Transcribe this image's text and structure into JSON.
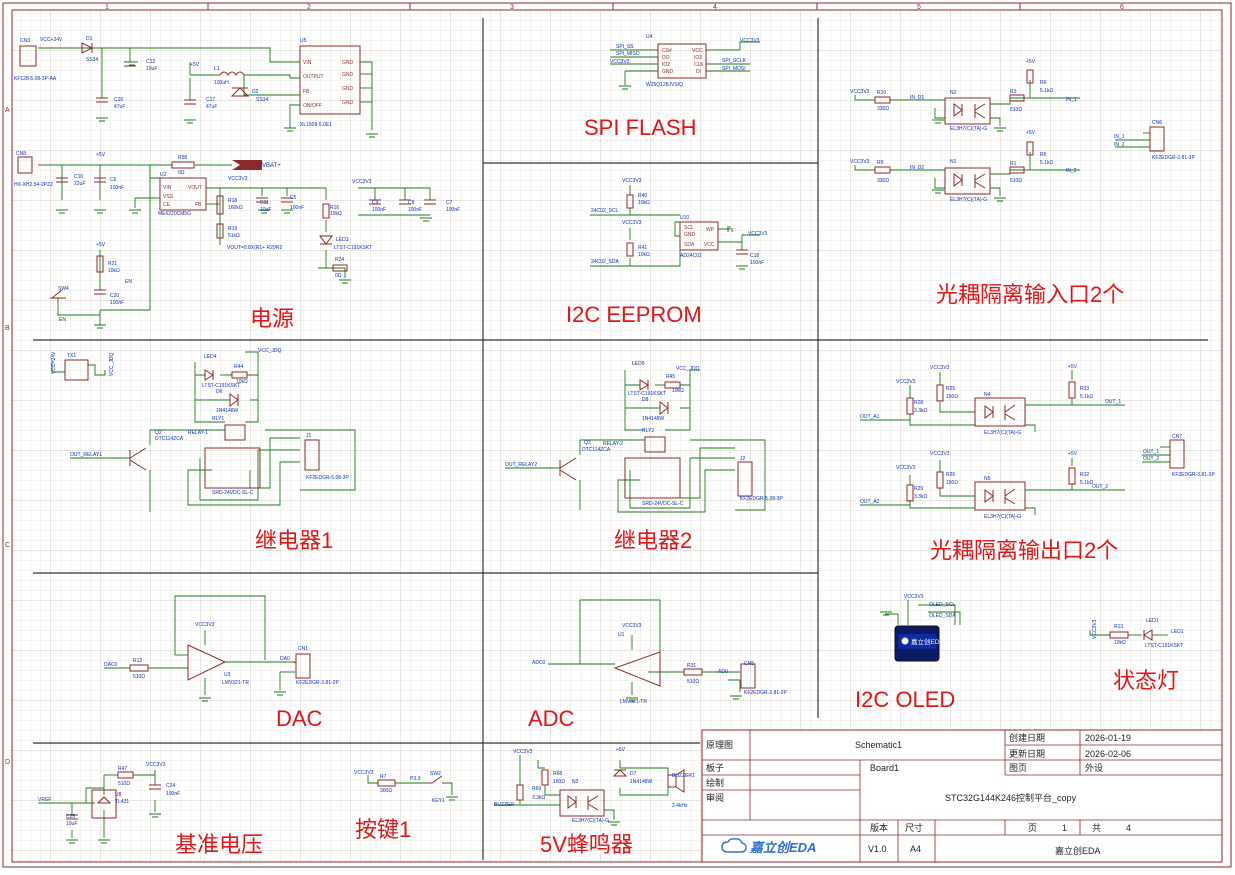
{
  "sheet": {
    "col_marks": [
      "1",
      "2",
      "3",
      "4",
      "5",
      "6"
    ],
    "row_marks": [
      "A",
      "B",
      "C",
      "D"
    ]
  },
  "sections": {
    "power": "电源",
    "spi_flash": "SPI  FLASH",
    "i2c_eeprom": "I2C EEPROM",
    "opto_in": "光耦隔离输入口2个",
    "relay1": "继电器1",
    "relay2": "继电器2",
    "opto_out": "光耦隔离输出口2个",
    "dac": "DAC",
    "adc": "ADC",
    "i2c_oled": "I2C OLED",
    "status_led": "状态灯",
    "vref": "基准电压",
    "key1": "按键1",
    "buzzer": "5V蜂鸣器"
  },
  "power": {
    "cn3": "CN3",
    "cn3_part": "KF128-5.08-3P-AA",
    "vcc24": "VCC+24V",
    "d1": "D1",
    "d1_part": "SS34",
    "c12": "C12",
    "c12_val": "10uF",
    "c16": "C16",
    "c16_val": "47uF",
    "p5v": "+5V",
    "l1": "L1",
    "l1_val": "100uH",
    "c17": "C17",
    "c17_val": "47uF",
    "d2": "D2",
    "d2_part": "SS34",
    "u5": "U5",
    "u5_part": "XL1509-5.0E1",
    "u5_vin": "VIN",
    "u5_out": "OUTPUT",
    "u5_fb": "FB",
    "u5_onoff": "ON/OFF",
    "u5_gnd": "GND",
    "cn8": "CN8",
    "cn8_part": "HX-XH2.54-2PZZ",
    "c10": "C10",
    "c10_val": "22uF",
    "c6": "C6",
    "c6_val": "100nF",
    "r58": "R58",
    "r58_val": "0Ω",
    "vbat": "VBAT+",
    "u2": "U2",
    "u2_part": "ME6220CM5G",
    "u2_vin": "VIN",
    "u2_vss": "VSS",
    "u2_ce": "CE",
    "u2_vout": "VOUT",
    "u2_fb": "FB",
    "vcc3v3": "VCC3V3",
    "r18": "R18",
    "r18_val": "160kΩ",
    "r19": "R19",
    "r19_val": "51kΩ",
    "c11": "C11",
    "c11_val": "10uF",
    "c5": "C5",
    "c5_val": "100nF",
    "r16": "R16",
    "r16_val": "10kΩ",
    "led3": "LED3",
    "led3_part": "LTST-C191KSKT",
    "r24": "R24",
    "r24_val": "0Ω",
    "c9": "C9",
    "c9_val": "100nF",
    "c8": "C8",
    "c8_val": "100nF",
    "c7": "C7",
    "c7_val": "100nF",
    "vout_eq": "VOUT=0.8X(R1+ R2)/R2",
    "r21": "R21",
    "r21_val": "10kΩ",
    "c20": "C20",
    "c20_val": "100nF",
    "sw4": "SW4",
    "en": "EN"
  },
  "spi": {
    "u4": "U4",
    "u4_part": "W25Q128JVSIQ",
    "pins_left": [
      "CS#",
      "DO",
      "IO2",
      "GND"
    ],
    "pins_right": [
      "VCC",
      "IO3",
      "CLK",
      "DI"
    ],
    "net_ss": "SPI_SS",
    "net_miso": "SPI_MISO",
    "net_sclk": "SPI_SCLK",
    "net_mosi": "SPI_MOSI",
    "vcc3v3": "VCC3V3"
  },
  "eeprom": {
    "vcc3v3": "VCC3V3",
    "r40": "R40",
    "r40_val": "10kΩ",
    "r41": "R41",
    "r41_val": "10kΩ",
    "net_scl": "24C02_SCL",
    "net_sda": "24C02_SDA",
    "u10": "U10",
    "u10_part": "AD24C02",
    "pins": [
      "SCL",
      "GND",
      "SDA",
      "WP",
      "VCC"
    ],
    "c18": "C18",
    "c18_val": "100nF"
  },
  "opto_in": {
    "vcc3v3": "VCC3V3",
    "p5v": "+5V",
    "r10": "R10",
    "r10_val": "330Ω",
    "r9": "R9",
    "r9_val": "330Ω",
    "net_in_d1": "IN_D1",
    "net_in_d2": "IN_D2",
    "n2": "N2",
    "n1": "N1",
    "opto_part": "EL3H7(C)(TA)-G",
    "r3": "R3",
    "r3_val": "510Ω",
    "r1": "R1",
    "r1_val": "510Ω",
    "r6": "R6",
    "r6_val": "5.1kΩ",
    "r5": "R5",
    "r5_val": "5.1kΩ",
    "in_1": "IN_1",
    "in_2": "IN_2",
    "cn6": "CN6",
    "cn6_part": "KF2EDGR-3.81-3P"
  },
  "relay1": {
    "vcc24": "VCC+24V",
    "tx1": "TX1",
    "vcc_jdq": "VCC_JDQ",
    "led4": "LED4",
    "led4_part": "LTST-C191KSKT",
    "r44": "R44",
    "r44_val": "10kΩ",
    "d6": "D6",
    "d6_part": "1N4148W",
    "rly1": "RLY1",
    "rly1_part": "SRD-24VDC-SL-C",
    "q2": "Q2",
    "q2_part": "DTC114ZCA",
    "relay1": "RELAY-1",
    "net_out": "OUT_RELAY1",
    "j1": "J1",
    "j1_part": "KF2EDGR-5.08-3P"
  },
  "relay2": {
    "led5": "LED5",
    "led5_part": "LTST-C191KSKT",
    "vcc_jdq": "VCC_JDQ",
    "r45": "R45",
    "r45_val": "10kΩ",
    "d8": "D8",
    "d8_part": "1N4148W",
    "rly2": "RLY2",
    "rly2_part": "SRD-24VDC-SL-C",
    "q3": "Q3",
    "q3_part": "DTC114ZCA",
    "relay2": "RELAY-2",
    "net_out": "OUT_RELAY2",
    "j2": "J2",
    "j2_part": "KF2EDGR-5.08-3P"
  },
  "opto_out": {
    "vcc3v3": "VCC3V3",
    "p5v": "+5V",
    "r28": "R28",
    "r28_val": "3.3kΩ",
    "r25": "R25",
    "r25_val": "150Ω",
    "r29": "R29",
    "r29_val": "3.3kΩ",
    "r26": "R26",
    "r26_val": "150Ω",
    "n4": "N4",
    "n5": "N5",
    "opto_part": "EL3H7(C)(TA)-G",
    "r33": "R33",
    "r33_val": "5.1kΩ",
    "r32": "R32",
    "r32_val": "5.1kΩ",
    "out_a1": "OUT_A1",
    "out_a2": "OUT_A2",
    "out_1": "OUT_1",
    "out_2": "OUT_2",
    "cn7": "CN7",
    "cn7_part": "KF2EDGR-3.81-3P"
  },
  "dac": {
    "vcc3v3": "VCC3V3",
    "net_dac0": "DAC0",
    "r12": "R12",
    "r12_val": "510Ω",
    "u3": "U3",
    "u3_part": "LMV321-TR",
    "da0": "DA0",
    "cn1": "CN1",
    "cn1_part": "KF2EDGR-3.81-2P"
  },
  "adc": {
    "vcc3v3": "VCC3V3",
    "u1": "U1",
    "net_adc0": "ADC0",
    "u1_part": "LMV321-TR",
    "r31": "R31",
    "r31_val": "510Ω",
    "ad0": "AD0",
    "cn5": "CN5",
    "cn5_part": "KF2EDGR-3.81-2P"
  },
  "oled": {
    "vcc3v3": "VCC3V3",
    "net_scl": "OLED_SCL",
    "net_sda": "OLED_SDA",
    "brand": "嘉立创EDA"
  },
  "status": {
    "vcc3v3": "VCC3V3",
    "r13": "R13",
    "r13_val": "10kΩ",
    "led1_ref": "LED1",
    "led1_part": "LTST-C191KSKT",
    "led1_net": "LED1"
  },
  "vref": {
    "r47": "R47",
    "r47_val": "510Ω",
    "vcc3v3": "VCC3V3",
    "c24": "C24",
    "c24_val": "100nF",
    "u8": "U8",
    "u8_part": "TL431",
    "net": "VREF",
    "c25": "C25",
    "c25_val": "10uF"
  },
  "key": {
    "vcc3v3": "VCC3V3",
    "r7": "R7",
    "r7_val": "300Ω",
    "p33": "P3.3",
    "sw2": "SW2",
    "key1": "KEY1"
  },
  "buzzer": {
    "vcc3v3": "VCC3V3",
    "p5v": "+5V",
    "r69": "R69",
    "r69_val": "3.3kΩ",
    "r68": "R68",
    "r68_val": "150Ω",
    "n3": "N3",
    "d7": "D7",
    "d7_part": "1N4148W",
    "buzzer1": "BUZZER1",
    "freq": "2.4kHz",
    "net": "BUZZER",
    "opto_part": "EL3H7(C)(TA)-G"
  },
  "title_block": {
    "label_schematic": "原理图",
    "schematic": "Schematic1",
    "label_board": "板子",
    "board": "Board1",
    "label_drawn": "绘制",
    "label_review": "审阅",
    "label_created": "创建日期",
    "created": "2026-01-19",
    "label_updated": "更新日期",
    "updated": "2026-02-06",
    "label_frame": "图页",
    "frame": "外设",
    "project": "STC32G144K246控制平台_copy",
    "label_version": "版本",
    "label_size": "尺寸",
    "label_page": "页",
    "page": "1",
    "label_total": "共",
    "total": "4",
    "version": "V1.0",
    "size": "A4",
    "logo": "嘉立创EDA",
    "company": "嘉立创EDA"
  }
}
